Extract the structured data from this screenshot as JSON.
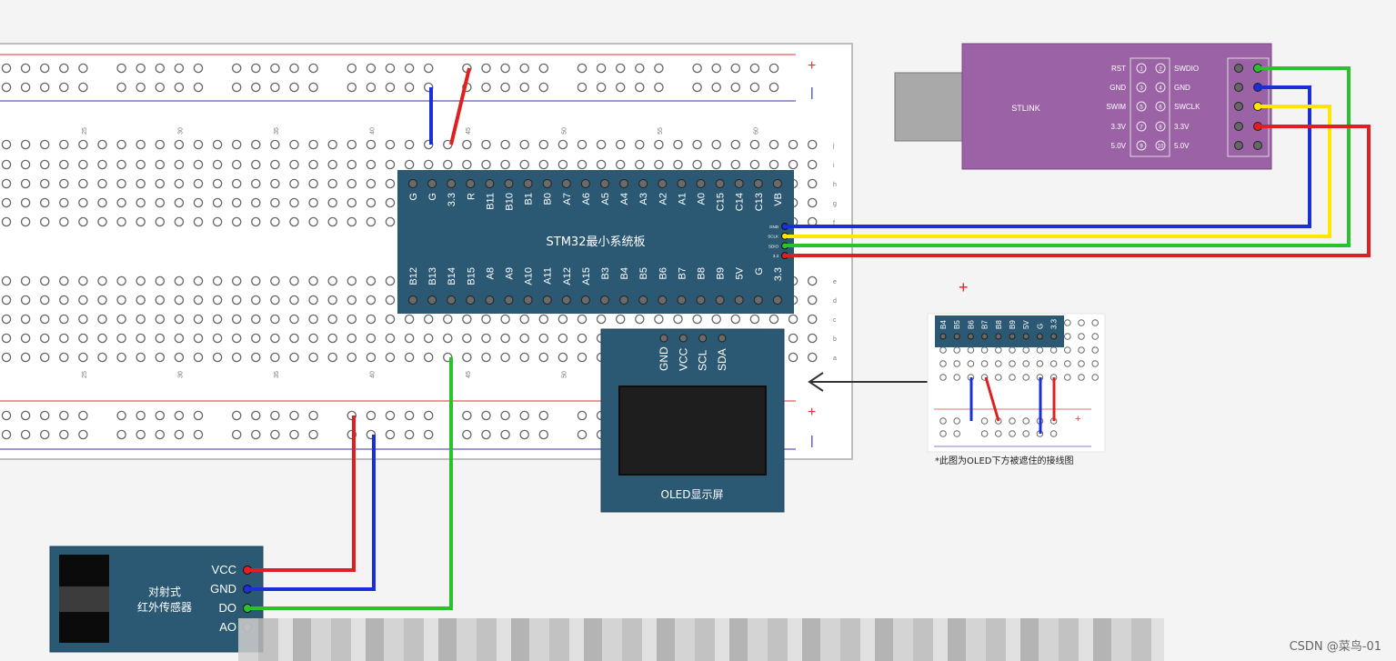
{
  "colors": {
    "board_blue": "#2b5873",
    "board_text": "#ffffff",
    "stlink_purple": "#9b62a6",
    "wire_red": "#e02020",
    "wire_blue": "#1b2fd6",
    "wire_green": "#2ac22a",
    "wire_yellow": "#ffe600",
    "rail_red": "#d33",
    "rail_blue": "#33a"
  },
  "breadboard": {
    "rail_plus": "+",
    "rail_minus": "|",
    "col_numbers": [
      "25",
      "30",
      "35",
      "40",
      "45",
      "50",
      "55",
      "60"
    ],
    "row_letters_top": [
      "j",
      "i",
      "h",
      "g",
      "f"
    ],
    "row_letters_bottom": [
      "e",
      "d",
      "c",
      "b",
      "a"
    ]
  },
  "stm32": {
    "title": "STM32最小系统板",
    "top_pins": [
      "G",
      "G",
      "3.3",
      "R",
      "B11",
      "B10",
      "B1",
      "B0",
      "A7",
      "A6",
      "A5",
      "A4",
      "A3",
      "A2",
      "A1",
      "A0",
      "C15",
      "C14",
      "C13",
      "VB"
    ],
    "bottom_pins": [
      "B12",
      "B13",
      "B14",
      "B15",
      "A8",
      "A9",
      "A10",
      "A11",
      "A12",
      "A15",
      "B3",
      "B4",
      "B5",
      "B6",
      "B7",
      "B8",
      "B9",
      "5V",
      "G",
      "3.3"
    ],
    "side_pins": [
      "GND",
      "SCLK",
      "SDIO",
      "3.3"
    ]
  },
  "stlink": {
    "name": "STLINK",
    "left_labels": [
      "RST",
      "GND",
      "SWIM",
      "3.3V",
      "5.0V"
    ],
    "right_labels": [
      "SWDIO",
      "GND",
      "SWCLK",
      "3.3V",
      "5.0V"
    ],
    "left_nums": [
      "1",
      "3",
      "5",
      "7",
      "9"
    ],
    "right_nums": [
      "2",
      "4",
      "6",
      "8",
      "10"
    ]
  },
  "oled": {
    "pins": [
      "GND",
      "VCC",
      "SCL",
      "SDA"
    ],
    "title": "OLED显示屏"
  },
  "sensor": {
    "name_line1": "对射式",
    "name_line2": "红外传感器",
    "pins": [
      "VCC",
      "GND",
      "DO",
      "AO"
    ]
  },
  "inset": {
    "pins": [
      "B4",
      "B5",
      "B6",
      "B7",
      "B8",
      "B9",
      "5V",
      "G",
      "3.3"
    ],
    "note": "*此图为OLED下方被遮住的接线图",
    "plus": "+"
  },
  "watermark": "CSDN @菜鸟-01"
}
